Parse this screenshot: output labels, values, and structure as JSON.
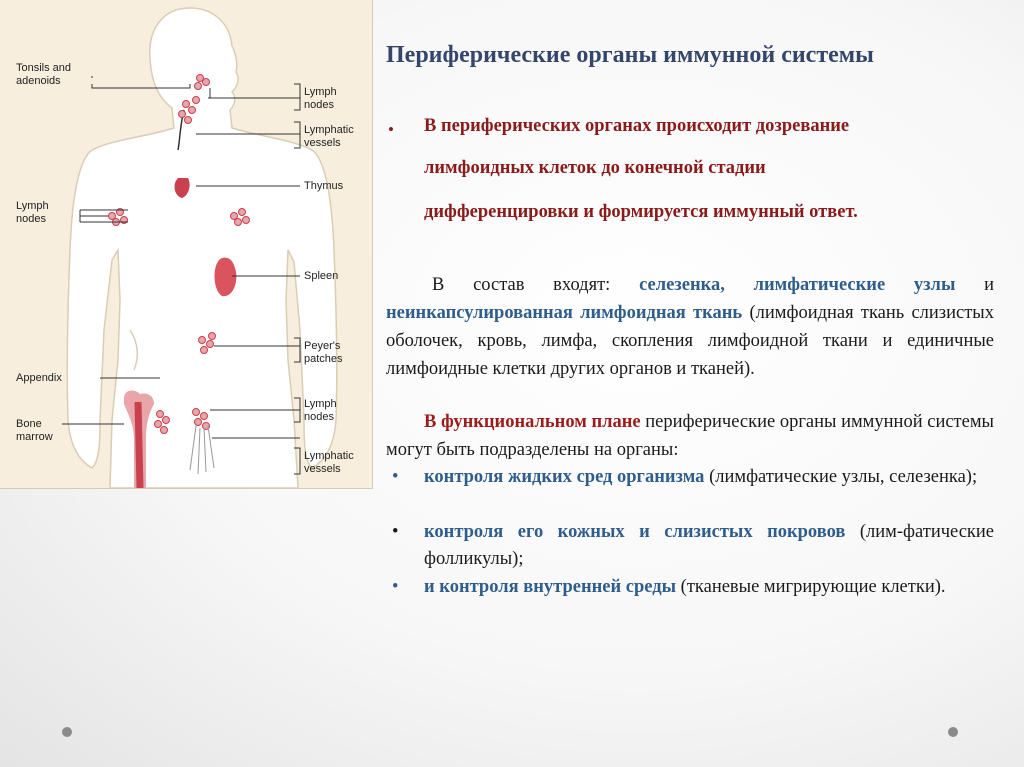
{
  "figure": {
    "labels": {
      "tonsils": "Tonsils and\nadenoids",
      "lymph_nodes_neck": "Lymph\nnodes",
      "lymphatic_vessels_top": "Lymphatic\nvessels",
      "thymus": "Thymus",
      "lymph_nodes_left": "Lymph\nnodes",
      "spleen": "Spleen",
      "peyers": "Peyer's\npatches",
      "appendix": "Appendix",
      "bone_marrow": "Bone\nmarrow",
      "lymph_nodes_groin": "Lymph\nnodes",
      "lymphatic_vessels_bottom": "Lymphatic\nvessels"
    }
  },
  "slide": {
    "title": "Периферические органы иммунной системы",
    "red_bullet": {
      "marker": "•",
      "lines": [
        "В периферических органах происходит дозревание",
        "лимфоидных клеток до конечной стадии",
        "дифференцировки и формируется иммунный ответ."
      ]
    },
    "paragraph1": {
      "intro": "В состав входят:",
      "highlight1": "селезенка, лимфатические узлы",
      "and": "и",
      "highlight2": "неинкапсулированная лимфоидная ткань",
      "rest": "(лимфоидная ткань слизистых оболочек, кровь, лимфа, скопления лимфоидной ткани и единичные лимфоидные клетки других органов и тканей)."
    },
    "paragraph2": {
      "highlight": "В функциональном плане",
      "rest": "периферические органы иммунной системы могут быть подразделены на органы:"
    },
    "list": [
      {
        "marker": "•",
        "highlight": "контроля жидких сред организма",
        "rest": " (лимфатические узлы, селезенка);"
      },
      {
        "marker": "•",
        "highlight": " контроля его кожных и слизистых покровов",
        "rest": " (лим-фатические фолликулы);"
      },
      {
        "marker": "•",
        "highlight": "и контроля внутренней среды",
        "rest": " (тканевые мигрирующие клетки)."
      }
    ]
  },
  "colors": {
    "title": "#34476b",
    "red_text": "#8b1a1a",
    "blue_highlight": "#2f5d8c",
    "organ_red": "#c9404e",
    "figure_bg": "#f7eedd"
  }
}
